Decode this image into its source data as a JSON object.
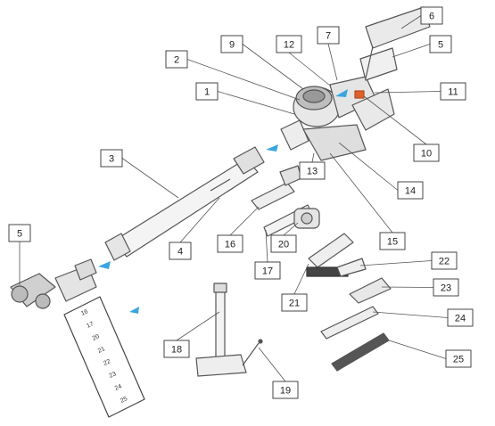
{
  "labels": [
    {
      "id": "l1",
      "text": "1"
    },
    {
      "id": "l2",
      "text": "2"
    },
    {
      "id": "l3",
      "text": "3"
    },
    {
      "id": "l4",
      "text": "4"
    },
    {
      "id": "l5a",
      "text": "5"
    },
    {
      "id": "l5b",
      "text": "5"
    },
    {
      "id": "l6",
      "text": "6"
    },
    {
      "id": "l7",
      "text": "7"
    },
    {
      "id": "l9",
      "text": "9"
    },
    {
      "id": "l10",
      "text": "10"
    },
    {
      "id": "l11",
      "text": "11"
    },
    {
      "id": "l12",
      "text": "12"
    },
    {
      "id": "l13",
      "text": "13"
    },
    {
      "id": "l14",
      "text": "14"
    },
    {
      "id": "l15",
      "text": "15"
    },
    {
      "id": "l16",
      "text": "16"
    },
    {
      "id": "l17",
      "text": "17"
    },
    {
      "id": "l18",
      "text": "18"
    },
    {
      "id": "l19",
      "text": "19"
    },
    {
      "id": "l20",
      "text": "20"
    },
    {
      "id": "l21",
      "text": "21"
    },
    {
      "id": "l22",
      "text": "22"
    },
    {
      "id": "l23",
      "text": "23"
    },
    {
      "id": "l24",
      "text": "24"
    },
    {
      "id": "l25",
      "text": "25"
    }
  ],
  "accessory_list": [
    "16",
    "17",
    "20",
    "21",
    "22",
    "23",
    "24",
    "25"
  ],
  "colors": {
    "arrow": "#3aa6e0",
    "accent": "#e0602a",
    "outline": "#555555"
  }
}
